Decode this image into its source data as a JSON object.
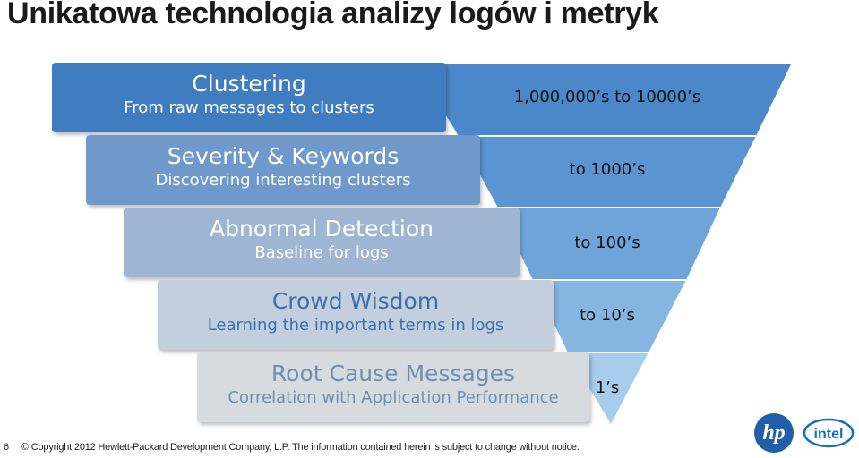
{
  "title": "Unikatowa technologia analizy logów i metryk",
  "stages": [
    {
      "title": "Clustering",
      "subtitle": "From raw messages to clusters",
      "count": "1,000,000’s to 10000’s"
    },
    {
      "title": "Severity & Keywords",
      "subtitle": "Discovering interesting clusters",
      "count": "to 1000’s"
    },
    {
      "title": "Abnormal Detection",
      "subtitle": "Baseline for logs",
      "count": "to 100’s"
    },
    {
      "title": "Crowd Wisdom",
      "subtitle": "Learning the important terms in logs",
      "count": "to 10’s"
    },
    {
      "title": "Root Cause Messages",
      "subtitle": "Correlation with Application Performance",
      "count": "1’s"
    }
  ],
  "footer": {
    "page_number": "6",
    "copyright": "© Copyright 2012 Hewlett-Packard Development Company, L.P. The information contained herein is subject to change without notice."
  },
  "logos": {
    "hp": "hp",
    "intel": "intel"
  },
  "colors": {
    "band_fills": [
      "#3f7cc0",
      "#6f99cb",
      "#9fb6d2",
      "#c3cfdc",
      "#d6dbe0"
    ],
    "band_text": [
      "#ffffff",
      "#ffffff",
      "#ffffff",
      "#3c6fae",
      "#6f8fad"
    ],
    "funnel_fills": [
      "#4a88c9",
      "#5b95d1",
      "#6ea4d9",
      "#85b5e1",
      "#a8ccec"
    ],
    "hp_blue": "#1f5fa8",
    "intel_blue": "#1770b9"
  }
}
